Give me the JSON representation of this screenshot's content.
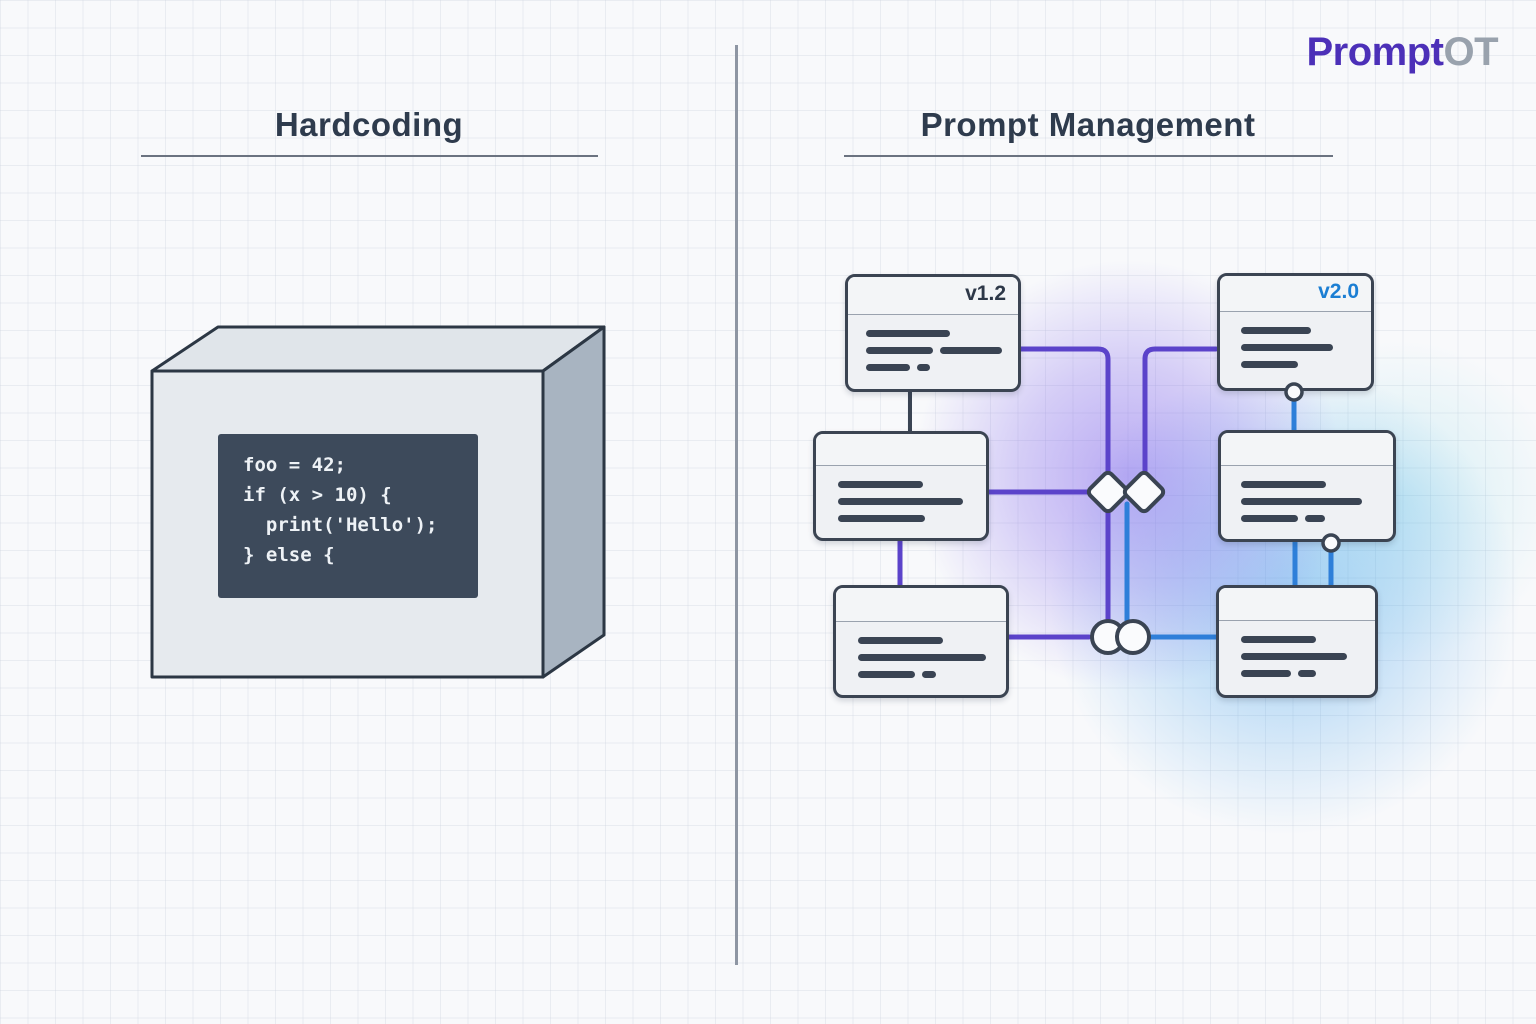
{
  "logo": {
    "part1": "Prompt",
    "part2": "OT"
  },
  "panels": {
    "left": {
      "title": "Hardcoding"
    },
    "right": {
      "title": "Prompt Management"
    }
  },
  "code_block": {
    "lines": [
      "foo = 42;",
      "if (x > 10) {",
      "  print('Hello');",
      "} else {"
    ]
  },
  "cards": [
    {
      "id": "v1_2",
      "version_label": "v1.2",
      "version_style": "dark",
      "bars": [
        [
          84
        ],
        [
          67,
          62
        ],
        [
          44,
          13
        ]
      ]
    },
    {
      "id": "v2_0",
      "version_label": "v2.0",
      "version_style": "blue",
      "bars": [
        [
          70
        ],
        [
          92
        ],
        [
          57
        ]
      ]
    },
    {
      "id": "mid_left",
      "version_label": "",
      "version_style": "dark",
      "bars": [
        [
          85
        ],
        [
          125
        ],
        [
          87
        ]
      ]
    },
    {
      "id": "mid_right",
      "version_label": "",
      "version_style": "dark",
      "bars": [
        [
          85
        ],
        [
          121
        ],
        [
          57,
          20
        ]
      ]
    },
    {
      "id": "bot_left",
      "version_label": "",
      "version_style": "dark",
      "bars": [
        [
          85
        ],
        [
          128
        ],
        [
          57,
          14
        ]
      ]
    },
    {
      "id": "bot_right",
      "version_label": "",
      "version_style": "dark",
      "bars": [
        [
          75
        ],
        [
          106
        ],
        [
          50,
          18
        ]
      ]
    }
  ],
  "colors": {
    "logo_primary": "#4c30b8",
    "logo_secondary": "#99a2ad",
    "heading": "#2e3b4d",
    "dark_slate": "#3a4453",
    "accent_purple": "#5b43ca",
    "accent_blue": "#2e7fd9",
    "version_v12": "#2d3848",
    "version_v20": "#1b7ed3"
  }
}
